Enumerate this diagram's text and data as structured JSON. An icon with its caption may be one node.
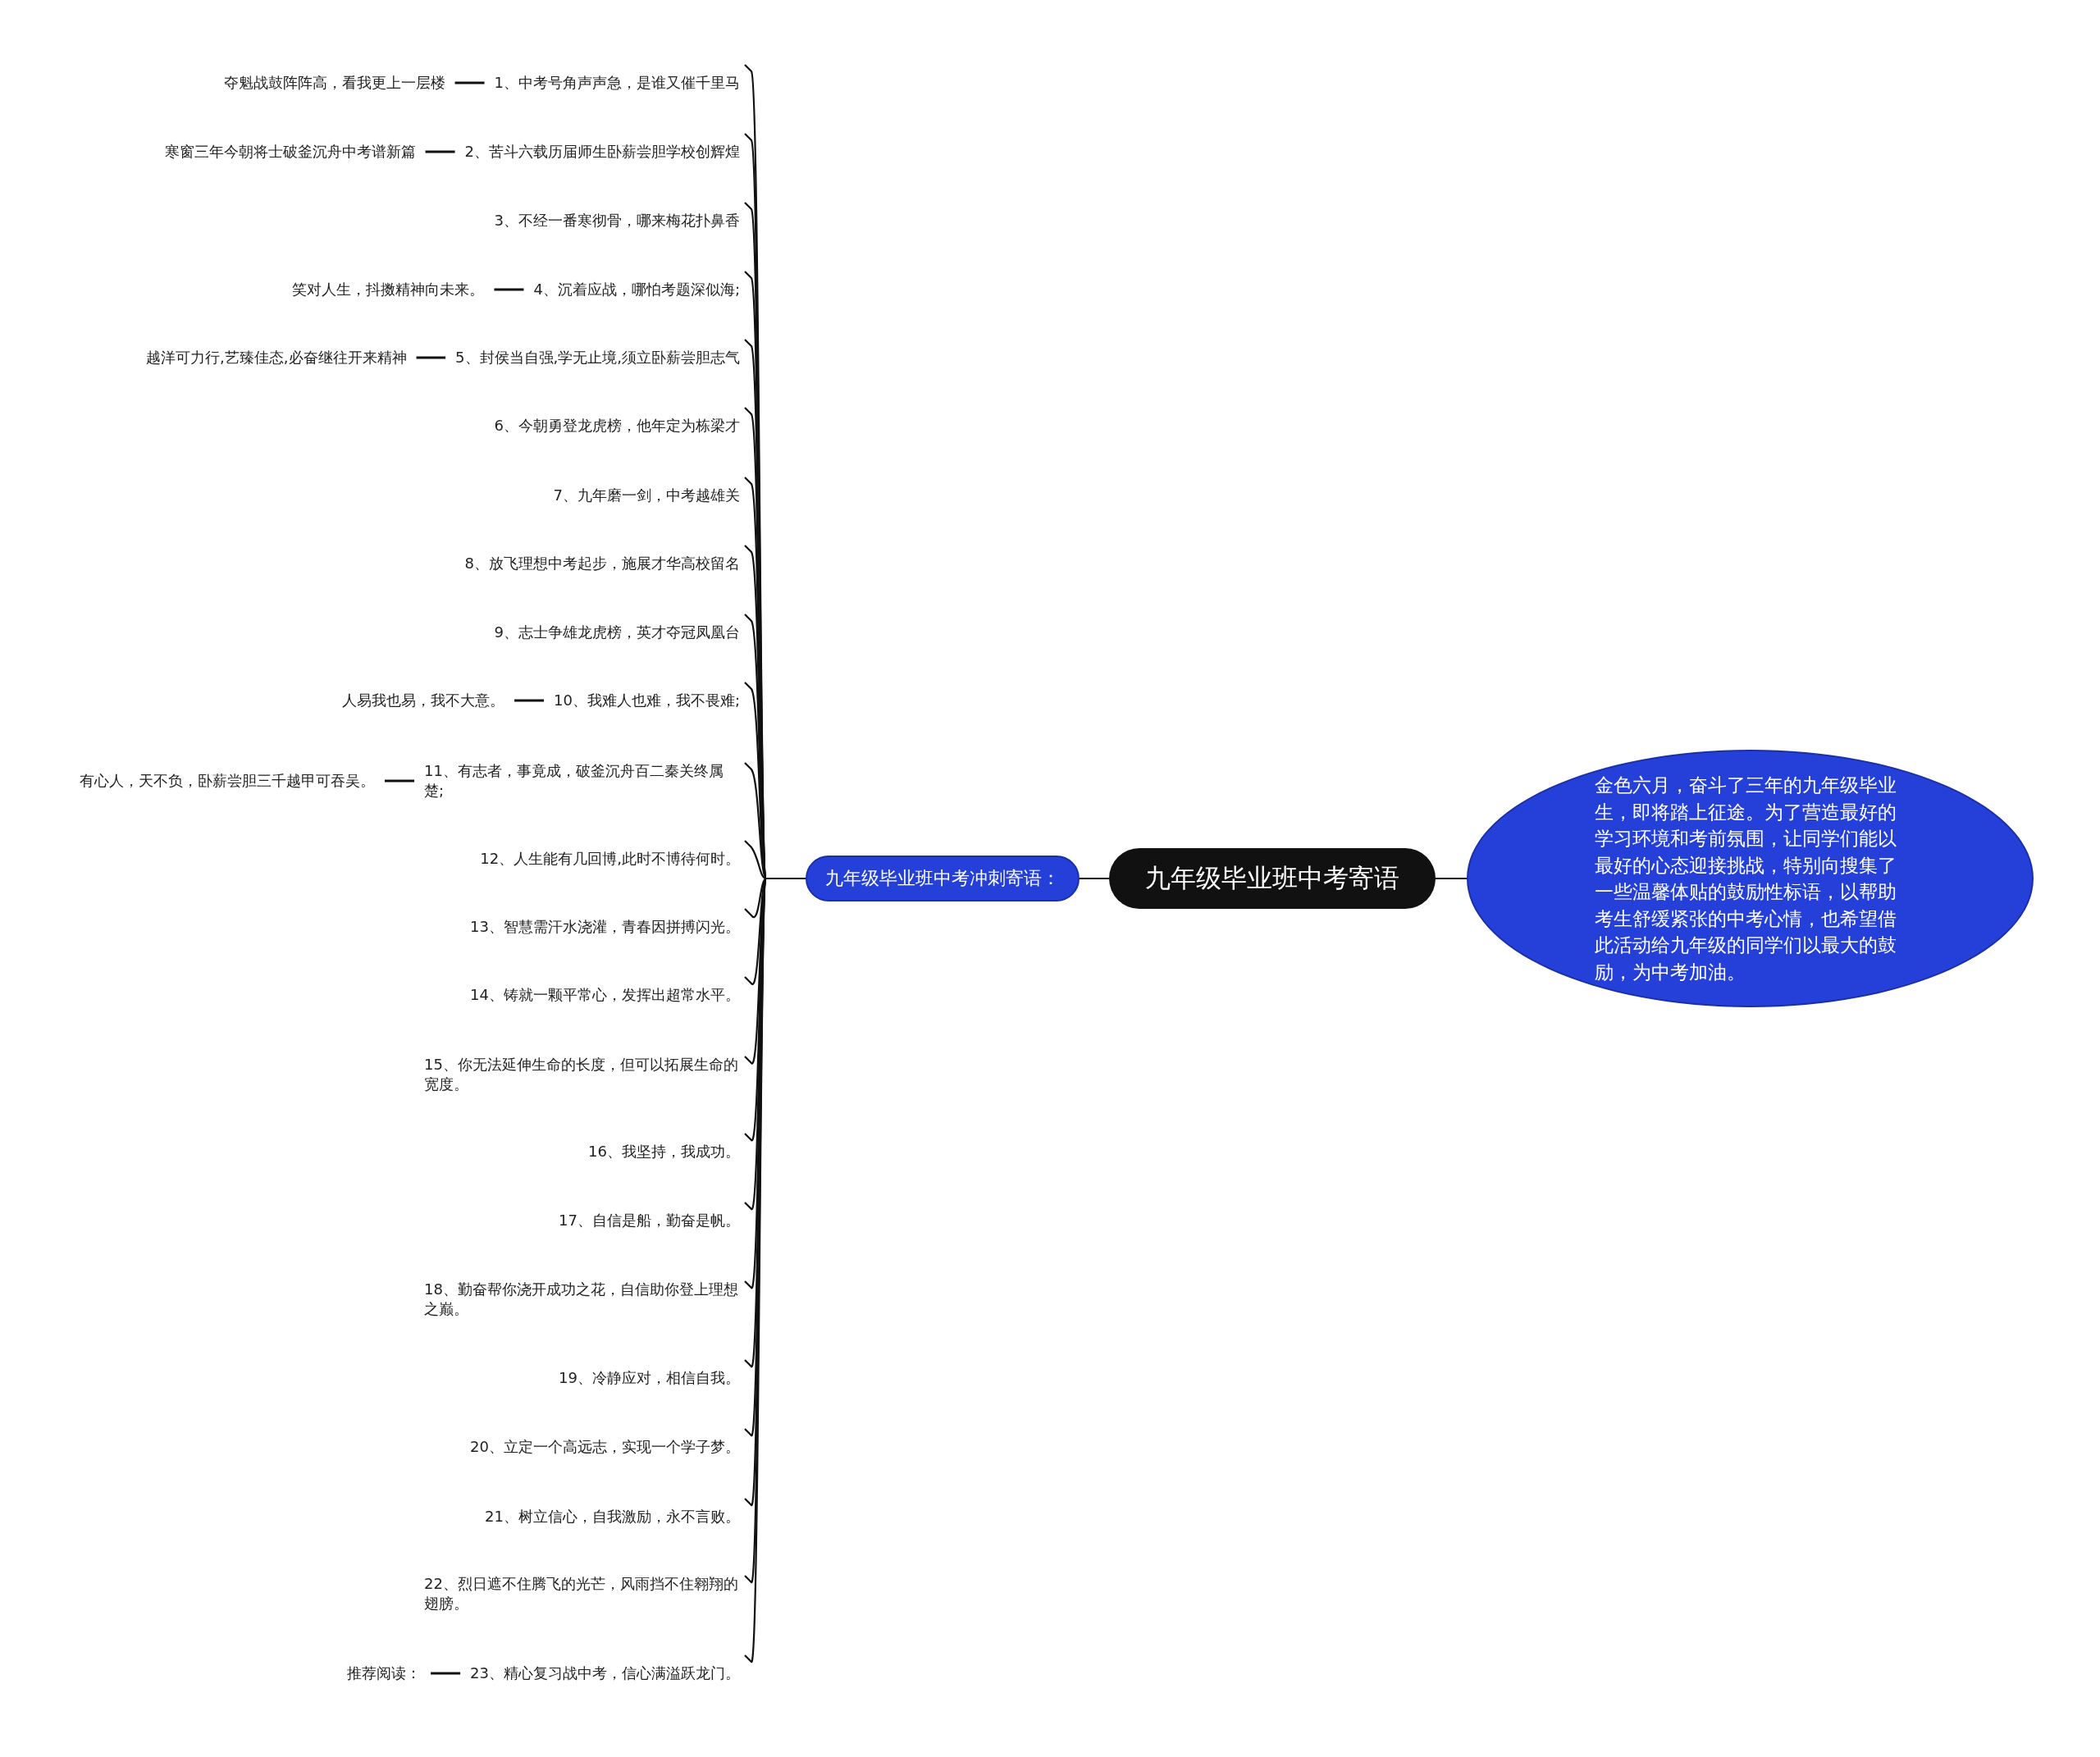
{
  "diagram": {
    "nodes": [
      {
        "text": [
          "九年级毕业班中考寄语"
        ]
      },
      {
        "text": [
          "金色六月，奋斗了三年的九年级毕业生，即将踏上征途。为了营造最好的学习环境和考前氛围，让同学们能以最好的心态迎接挑战，特别向搜集了一些温馨体贴的鼓励性标语，以帮助考生舒缓紧张的中考心情，也希望借此活动给九年级的同学们以最大的鼓励，为中考加油。"
        ]
      },
      {
        "text": [
          "九年级毕业班中考冲刺寄语："
        ]
      },
      {
        "text": [
          "1、中考号角声声急，是谁又催千里马"
        ]
      },
      {
        "text": [
          "2、苦斗六载历届师生卧薪尝胆学校创辉煌"
        ]
      },
      {
        "text": [
          "3、不经一番寒彻骨，哪来梅花扑鼻香"
        ]
      },
      {
        "text": [
          "4、沉着应战，哪怕考题深似海;"
        ]
      },
      {
        "text": [
          "5、封侯当自强,学无止境,须立卧薪尝胆志气"
        ]
      },
      {
        "text": [
          "6、今朝勇登龙虎榜，他年定为栋梁才"
        ]
      },
      {
        "text": [
          "7、九年磨一剑，中考越雄关"
        ]
      },
      {
        "text": [
          "8、放飞理想中考起步，施展才华高校留名"
        ]
      },
      {
        "text": [
          "9、志士争雄龙虎榜，英才夺冠凤凰台"
        ]
      },
      {
        "text": [
          "10、我难人也难，我不畏难;"
        ]
      },
      {
        "text": [
          "11、有志者，事竟成，破釜沉舟百二秦关终属楚;"
        ]
      },
      {
        "text": [
          "12、人生能有几回博,此时不博待何时。"
        ]
      },
      {
        "text": [
          "13、智慧需汗水浇灌，青春因拼搏闪光。"
        ]
      },
      {
        "text": [
          "14、铸就一颗平常心，发挥出超常水平。"
        ]
      },
      {
        "text": [
          "15、你无法延伸生命的长度，但可以拓展生命的宽度。"
        ]
      },
      {
        "text": [
          "16、我坚持，我成功。"
        ]
      },
      {
        "text": [
          "17、自信是船，勤奋是帆。"
        ]
      },
      {
        "text": [
          "18、勤奋帮你浇开成功之花，自信助你登上理想之巅。"
        ]
      },
      {
        "text": [
          "19、冷静应对，相信自我。"
        ]
      },
      {
        "text": [
          "20、立定一个高远志，实现一个学子梦。"
        ]
      },
      {
        "text": [
          "21、树立信心，自我激励，永不言败。"
        ]
      },
      {
        "text": [
          "22、烈日遮不住腾飞的光芒，风雨挡不住翱翔的翅膀。"
        ]
      },
      {
        "text": [
          "23、精心复习战中考，信心满溢跃龙门。"
        ]
      },
      {
        "text": [
          "夺魁战鼓阵阵高，看我更上一层楼"
        ]
      },
      {
        "text": [
          "寒窗三年今朝将士破釜沉舟中考谱新篇"
        ]
      },
      {
        "text": [
          "笑对人生，抖擞精神向未来。"
        ]
      },
      {
        "text": [
          "越洋可力行,艺臻佳态,必奋继往开来精神"
        ]
      },
      {
        "text": [
          "人易我也易，我不大意。"
        ]
      },
      {
        "text": [
          "有心人，天不负，卧薪尝胆三千越甲可吞吴。"
        ]
      },
      {
        "text": [
          "推荐阅读："
        ]
      }
    ],
    "edges": [
      {
        "from": 0,
        "to": 1,
        "arrow": "none"
      },
      {
        "from": 0,
        "to": 2,
        "arrow": "none"
      },
      {
        "from": 2,
        "to": 3,
        "arrow": "none"
      },
      {
        "from": 2,
        "to": 4,
        "arrow": "none"
      },
      {
        "from": 2,
        "to": 5,
        "arrow": "none"
      },
      {
        "from": 2,
        "to": 6,
        "arrow": "none"
      },
      {
        "from": 2,
        "to": 7,
        "arrow": "none"
      },
      {
        "from": 2,
        "to": 8,
        "arrow": "none"
      },
      {
        "from": 2,
        "to": 9,
        "arrow": "none"
      },
      {
        "from": 2,
        "to": 10,
        "arrow": "none"
      },
      {
        "from": 2,
        "to": 11,
        "arrow": "none"
      },
      {
        "from": 2,
        "to": 12,
        "arrow": "none"
      },
      {
        "from": 2,
        "to": 13,
        "arrow": "none"
      },
      {
        "from": 2,
        "to": 14,
        "arrow": "none"
      },
      {
        "from": 2,
        "to": 15,
        "arrow": "none"
      },
      {
        "from": 2,
        "to": 16,
        "arrow": "none"
      },
      {
        "from": 2,
        "to": 17,
        "arrow": "none"
      },
      {
        "from": 2,
        "to": 18,
        "arrow": "none"
      },
      {
        "from": 2,
        "to": 19,
        "arrow": "none"
      },
      {
        "from": 2,
        "to": 20,
        "arrow": "none"
      },
      {
        "from": 2,
        "to": 21,
        "arrow": "none"
      },
      {
        "from": 2,
        "to": 22,
        "arrow": "none"
      },
      {
        "from": 2,
        "to": 23,
        "arrow": "none"
      },
      {
        "from": 2,
        "to": 24,
        "arrow": "none"
      },
      {
        "from": 2,
        "to": 25,
        "arrow": "none"
      },
      {
        "from": 3,
        "to": 26,
        "arrow": "none"
      },
      {
        "from": 4,
        "to": 27,
        "arrow": "none"
      },
      {
        "from": 6,
        "to": 28,
        "arrow": "none"
      },
      {
        "from": 7,
        "to": 29,
        "arrow": "none"
      },
      {
        "from": 12,
        "to": 30,
        "arrow": "none"
      },
      {
        "from": 13,
        "to": 31,
        "arrow": "none"
      },
      {
        "from": 25,
        "to": 32,
        "arrow": "none"
      }
    ]
  }
}
